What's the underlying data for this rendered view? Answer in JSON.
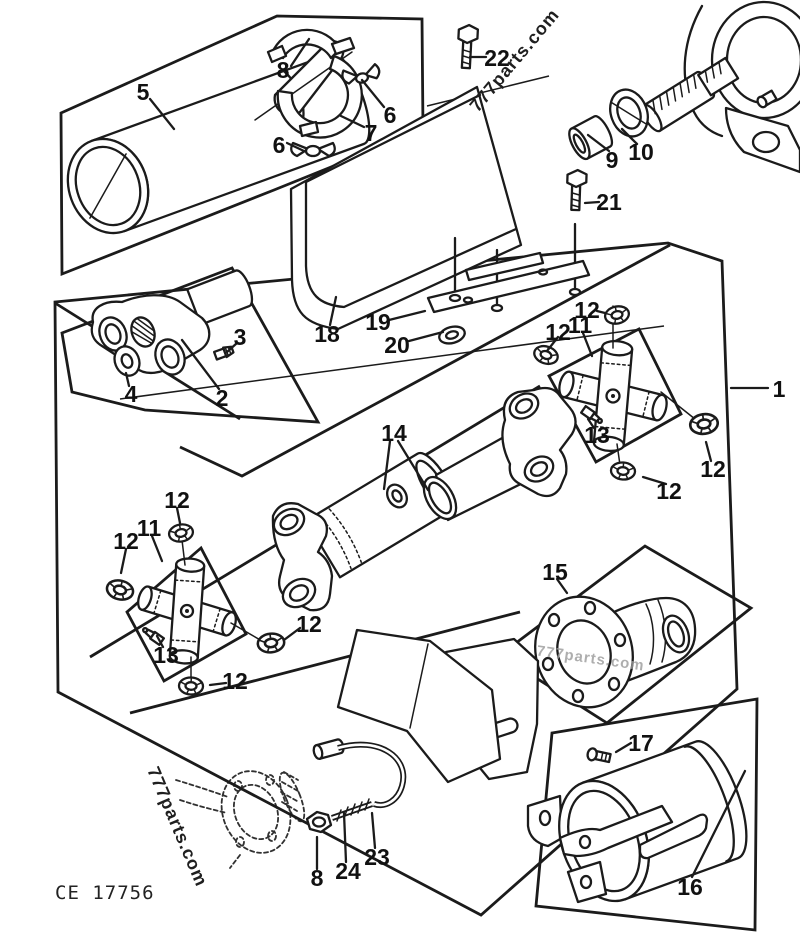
{
  "figure": {
    "caption": "CE 17756"
  },
  "colors": {
    "ink": "#1b1b1b",
    "paper": "#ffffff",
    "watermark_light": "#9a9a9a"
  },
  "watermarks": [
    {
      "id": "watermark-top",
      "text": "777parts.com"
    },
    {
      "id": "watermark-flange",
      "text": "777parts.com"
    },
    {
      "id": "watermark-bottom-left",
      "text": "777parts.com"
    }
  ],
  "callouts": [
    {
      "text": "5"
    },
    {
      "text": "8"
    },
    {
      "text": "6"
    },
    {
      "text": "7"
    },
    {
      "text": "6"
    },
    {
      "text": "22"
    },
    {
      "text": "9"
    },
    {
      "text": "10"
    },
    {
      "text": "21"
    },
    {
      "text": "18"
    },
    {
      "text": "19"
    },
    {
      "text": "20"
    },
    {
      "text": "12"
    },
    {
      "text": "11"
    },
    {
      "text": "12"
    },
    {
      "text": "13"
    },
    {
      "text": "12"
    },
    {
      "text": "12"
    },
    {
      "text": "1"
    },
    {
      "text": "14"
    },
    {
      "text": "2"
    },
    {
      "text": "3"
    },
    {
      "text": "4"
    },
    {
      "text": "12"
    },
    {
      "text": "11"
    },
    {
      "text": "12"
    },
    {
      "text": "13"
    },
    {
      "text": "12"
    },
    {
      "text": "12"
    },
    {
      "text": "15"
    },
    {
      "text": "17"
    },
    {
      "text": "16"
    },
    {
      "text": "23"
    },
    {
      "text": "24"
    },
    {
      "text": "8"
    }
  ]
}
